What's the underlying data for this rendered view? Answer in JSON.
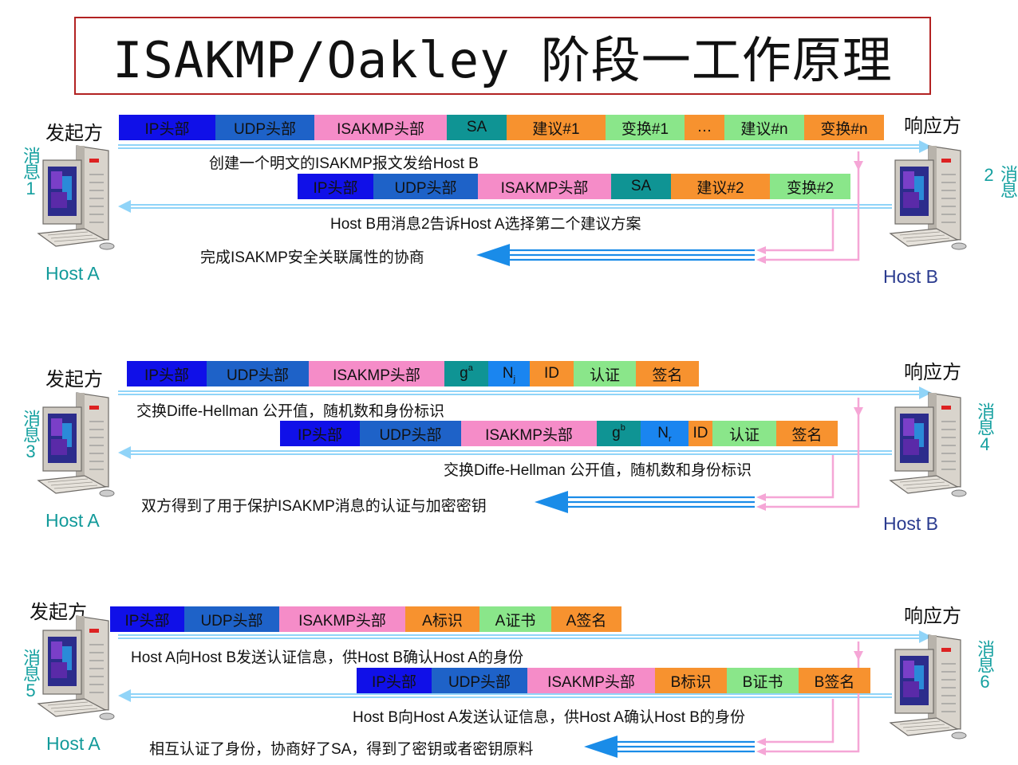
{
  "title": "ISAKMP/Oakley 阶段一工作原理",
  "labels": {
    "initiator": "发起方",
    "responder": "响应方",
    "host_a": "Host A",
    "host_b": "Host B"
  },
  "colors": {
    "ip": "#1010e8",
    "udp": "#1e62c8",
    "isakmp": "#f58cc8",
    "teal": "#0f9494",
    "orange": "#f7922f",
    "green": "#8ae68a",
    "arrow_light": "#90d4f8",
    "arrow_dark": "#1a8ce8",
    "pink": "#f5a6d6",
    "frame": "#b22222"
  },
  "rounds": [
    {
      "msg_a": "消息1",
      "msg_b": "消息2",
      "forward_packet": [
        {
          "t": "IP头部",
          "c": "c-ip"
        },
        {
          "t": "UDP头部",
          "c": "c-udp"
        },
        {
          "t": "ISAKMP头部",
          "c": "c-isakmp"
        },
        {
          "t": "SA",
          "c": "c-sa"
        },
        {
          "t": "建议#1",
          "c": "c-orange"
        },
        {
          "t": "变换#1",
          "c": "c-green"
        },
        {
          "t": "…",
          "c": "c-orange"
        },
        {
          "t": "建议#n",
          "c": "c-green"
        },
        {
          "t": "变换#n",
          "c": "c-orange"
        }
      ],
      "forward_note": "创建一个明文的ISAKMP报文发给Host B",
      "reply_packet": [
        {
          "t": "IP头部",
          "c": "c-ip"
        },
        {
          "t": "UDP头部",
          "c": "c-udp"
        },
        {
          "t": "ISAKMP头部",
          "c": "c-isakmp"
        },
        {
          "t": "SA",
          "c": "c-sa"
        },
        {
          "t": "建议#2",
          "c": "c-orange"
        },
        {
          "t": "变换#2",
          "c": "c-green"
        }
      ],
      "reply_note": "Host B用消息2告诉Host A选择第二个建议方案",
      "result_note": "完成ISAKMP安全关联属性的协商"
    },
    {
      "msg_a": "消息3",
      "msg_b": "消息4",
      "forward_packet": [
        {
          "t": "IP头部",
          "c": "c-ip"
        },
        {
          "t": "UDP头部",
          "c": "c-udp"
        },
        {
          "t": "ISAKMP头部",
          "c": "c-isakmp"
        },
        {
          "t": "g",
          "sup": "a",
          "c": "c-sa"
        },
        {
          "t": "N",
          "sub": "j",
          "c": "c-blue2"
        },
        {
          "t": "ID",
          "c": "c-orange"
        },
        {
          "t": "认证",
          "c": "c-green"
        },
        {
          "t": "签名",
          "c": "c-orange"
        }
      ],
      "forward_note": "交换Diffe-Hellman 公开值，随机数和身份标识",
      "reply_packet": [
        {
          "t": "IP头部",
          "c": "c-ip"
        },
        {
          "t": "UDP头部",
          "c": "c-udp"
        },
        {
          "t": "ISAKMP头部",
          "c": "c-isakmp"
        },
        {
          "t": "g",
          "sup": "b",
          "c": "c-sa"
        },
        {
          "t": "N",
          "sub": "r",
          "c": "c-blue2"
        },
        {
          "t": "ID",
          "c": "c-orange"
        },
        {
          "t": "认证",
          "c": "c-green"
        },
        {
          "t": "签名",
          "c": "c-orange"
        }
      ],
      "reply_note": "交换Diffe-Hellman 公开值，随机数和身份标识",
      "result_note": "双方得到了用于保护ISAKMP消息的认证与加密密钥"
    },
    {
      "msg_a": "消息5",
      "msg_b": "消息6",
      "forward_packet": [
        {
          "t": "IP头部",
          "c": "c-ip"
        },
        {
          "t": "UDP头部",
          "c": "c-udp"
        },
        {
          "t": "ISAKMP头部",
          "c": "c-isakmp"
        },
        {
          "t": "A标识",
          "c": "c-orange"
        },
        {
          "t": "A证书",
          "c": "c-green"
        },
        {
          "t": "A签名",
          "c": "c-orange"
        }
      ],
      "forward_note": "Host A向Host B发送认证信息，供Host B确认Host A的身份",
      "reply_packet": [
        {
          "t": "IP头部",
          "c": "c-ip"
        },
        {
          "t": "UDP头部",
          "c": "c-udp"
        },
        {
          "t": "ISAKMP头部",
          "c": "c-isakmp"
        },
        {
          "t": "B标识",
          "c": "c-orange"
        },
        {
          "t": "B证书",
          "c": "c-green"
        },
        {
          "t": "B签名",
          "c": "c-orange"
        }
      ],
      "reply_note": "Host B向Host A发送认证信息，供Host A确认Host B的身份",
      "result_note": "相互认证了身份，协商好了SA，得到了密钥或者密钥原料"
    }
  ]
}
